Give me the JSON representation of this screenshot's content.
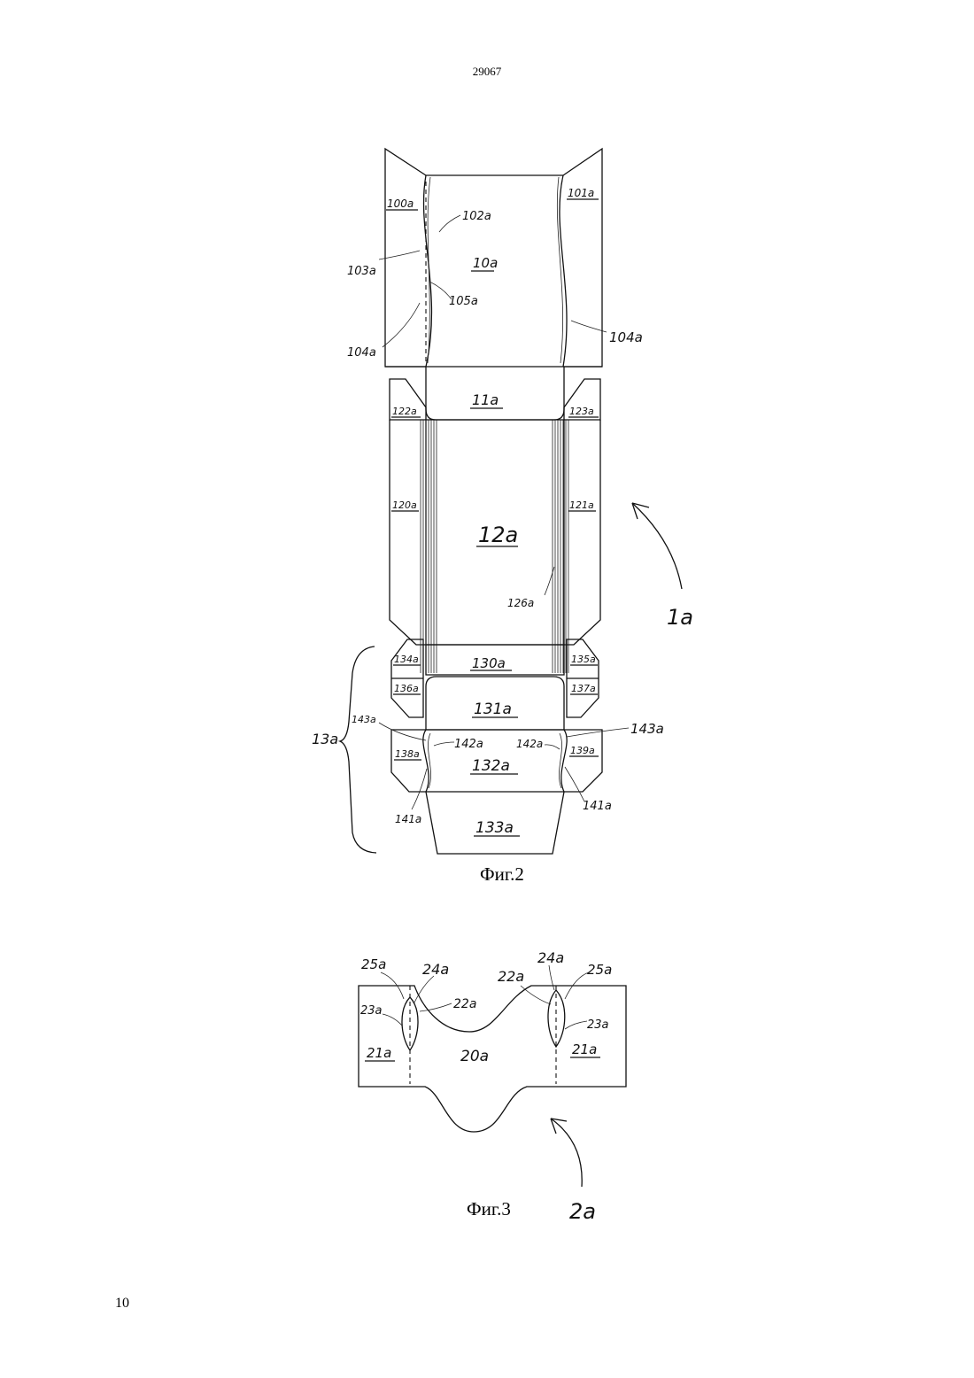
{
  "page": {
    "top_number": "29067",
    "bottom_number": "10"
  },
  "fig2": {
    "caption": "Фиг.2",
    "labels": {
      "p10a": "10a",
      "p11a": "11a",
      "p12a": "12a",
      "p130a": "130a",
      "p131a": "131a",
      "p132a": "132a",
      "p133a": "133a",
      "l100a": "100a",
      "l101a": "101a",
      "l102a": "102a",
      "l103a": "103a",
      "l104a_left": "104a",
      "l104a_right": "104a",
      "l105a": "105a",
      "l120a": "120a",
      "l121a": "121a",
      "l122a": "122a",
      "l123a": "123a",
      "l126a": "126a",
      "l134a": "134a",
      "l135a": "135a",
      "l136a": "136a",
      "l137a": "137a",
      "l138a": "138a",
      "l139a": "139a",
      "l141a_left": "141a",
      "l141a_right": "141a",
      "l142a_left": "142a",
      "l142a_right": "142a",
      "l143a_left": "143a",
      "l143a_right": "143a",
      "l13a": "13a",
      "l1a": "1a"
    }
  },
  "fig3": {
    "caption": "Фиг.3",
    "labels": {
      "p20a": "20a",
      "l21a_left": "21a",
      "l21a_right": "21a",
      "l22a_left": "22a",
      "l22a_right": "22a",
      "l23a_left": "23a",
      "l23a_right": "23a",
      "l24a_left": "24a",
      "l24a_right": "24a",
      "l25a_left": "25a",
      "l25a_right": "25a",
      "l2a": "2a"
    }
  }
}
